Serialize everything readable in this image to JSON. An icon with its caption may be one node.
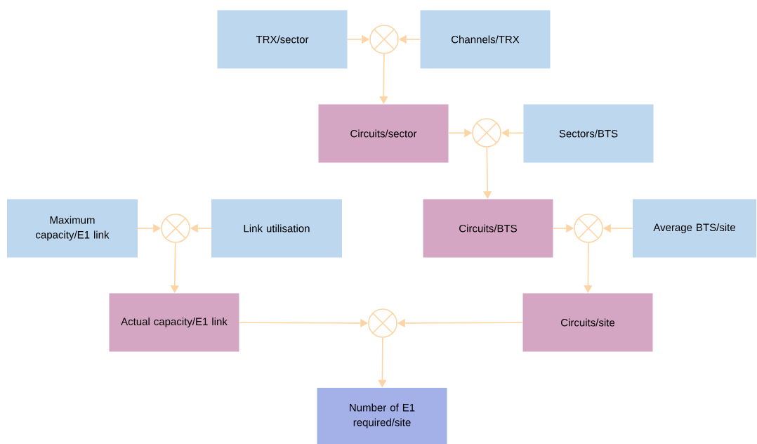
{
  "diagram": {
    "nodes": [
      {
        "text": [
          "TRX/sector"
        ]
      },
      {
        "text": [],
        "shape": "circle"
      },
      {
        "text": [
          "Channels/TRX"
        ]
      },
      {
        "text": [
          "Circuits/sector"
        ]
      },
      {
        "text": [],
        "shape": "circle"
      },
      {
        "text": [
          "Sectors/BTS"
        ]
      },
      {
        "text": [
          "Maximum capacity/E1 link"
        ]
      },
      {
        "text": [],
        "shape": "circle"
      },
      {
        "text": [
          "Link utilisation"
        ]
      },
      {
        "text": [
          "Circuits/BTS"
        ]
      },
      {
        "text": [],
        "shape": "circle"
      },
      {
        "text": [
          "Average BTS/site"
        ]
      },
      {
        "text": [
          "Actual capacity/E1 link"
        ]
      },
      {
        "text": [],
        "shape": "circle"
      },
      {
        "text": [
          "Circuits/site"
        ]
      },
      {
        "text": [
          "Number of E1 required/site"
        ]
      }
    ],
    "edges": [
      {
        "from": 0,
        "to": 1,
        "arrow": "to"
      },
      {
        "from": 2,
        "to": 1,
        "arrow": "to"
      },
      {
        "from": 1,
        "to": 3,
        "arrow": "to"
      },
      {
        "from": 3,
        "to": 4,
        "arrow": "to"
      },
      {
        "from": 5,
        "to": 4,
        "arrow": "to"
      },
      {
        "from": 4,
        "to": 9,
        "arrow": "to"
      },
      {
        "from": 6,
        "to": 7,
        "arrow": "to"
      },
      {
        "from": 8,
        "to": 7,
        "arrow": "to"
      },
      {
        "from": 7,
        "to": 12,
        "arrow": "to"
      },
      {
        "from": 9,
        "to": 10,
        "arrow": "to"
      },
      {
        "from": 11,
        "to": 10,
        "arrow": "to"
      },
      {
        "from": 10,
        "to": 14,
        "arrow": "to"
      },
      {
        "from": 12,
        "to": 13,
        "arrow": "to"
      },
      {
        "from": 14,
        "to": 13,
        "arrow": "to"
      },
      {
        "from": 13,
        "to": 15,
        "arrow": "to"
      }
    ]
  }
}
